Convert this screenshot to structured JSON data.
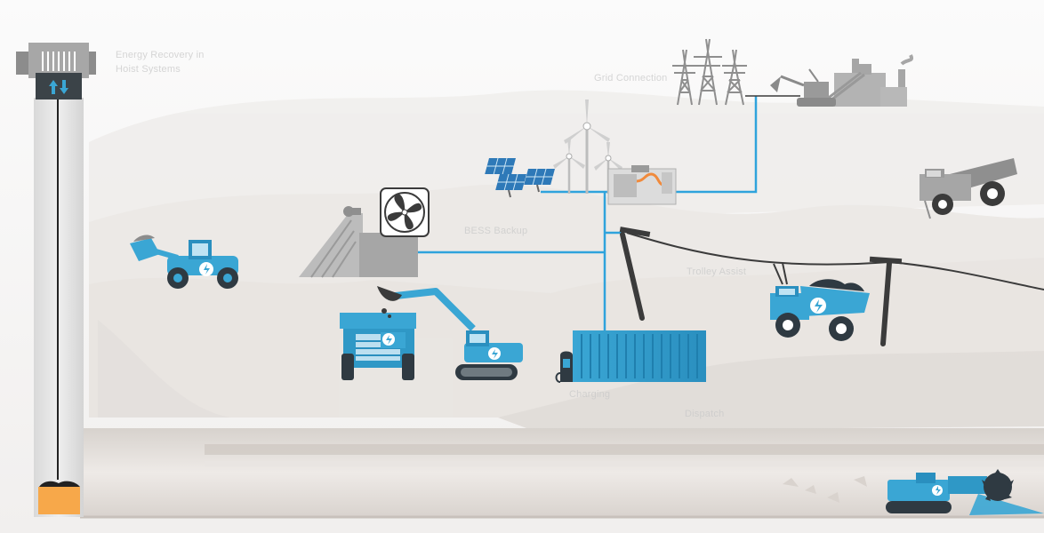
{
  "labels": {
    "hoist_line1": "Energy Recovery in",
    "hoist_line2": "Hoist Systems",
    "grid_connection": "Grid Connection",
    "bess": "BESS Backup",
    "trolley": "Trolley Assist",
    "charging": "Charging",
    "dispatch": "Dispatch"
  },
  "icons": {
    "hoist": "hoist-up-down-arrows-icon",
    "lightning": "lightning-bolt-icon",
    "fan": "ventilation-fan-icon"
  },
  "colors": {
    "electric_blue": "#3aa6d4",
    "power_line": "#2fa3dc",
    "inactive_gray": "#a6a6a6",
    "ore_orange": "#f7a84a",
    "ground": "#e6e0dc"
  }
}
